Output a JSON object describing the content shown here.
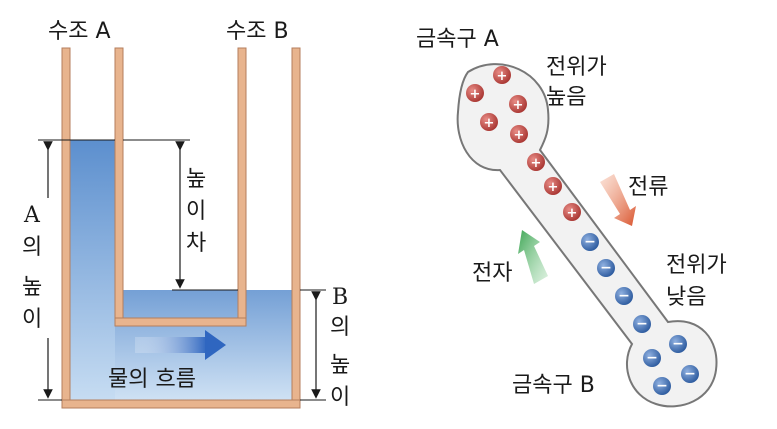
{
  "left_diagram": {
    "tank_a_label": "수조 A",
    "tank_b_label": "수조 B",
    "height_a": [
      "A",
      "의",
      "높",
      "이"
    ],
    "height_b": [
      "B",
      "의",
      "높",
      "이"
    ],
    "height_diff": [
      "높",
      "이",
      "차"
    ],
    "flow_label": "물의 흐름"
  },
  "right_diagram": {
    "sphere_a_label": "금속구 A",
    "sphere_b_label": "금속구 B",
    "high_potential": [
      "전위가",
      "높음"
    ],
    "low_potential": [
      "전위가",
      "낮음"
    ],
    "current_label": "전류",
    "electron_label": "전자",
    "positive_symbol": "+",
    "negative_symbol": "−"
  },
  "colors": {
    "tank_wall": "#e8b48e",
    "water_top": "#5c8fce",
    "water_bottom": "#c6dcf2",
    "positive_charge": "#c0504d",
    "negative_charge": "#3c6fb4",
    "current_arrow": "#d9542e",
    "electron_arrow": "#3ea655"
  }
}
